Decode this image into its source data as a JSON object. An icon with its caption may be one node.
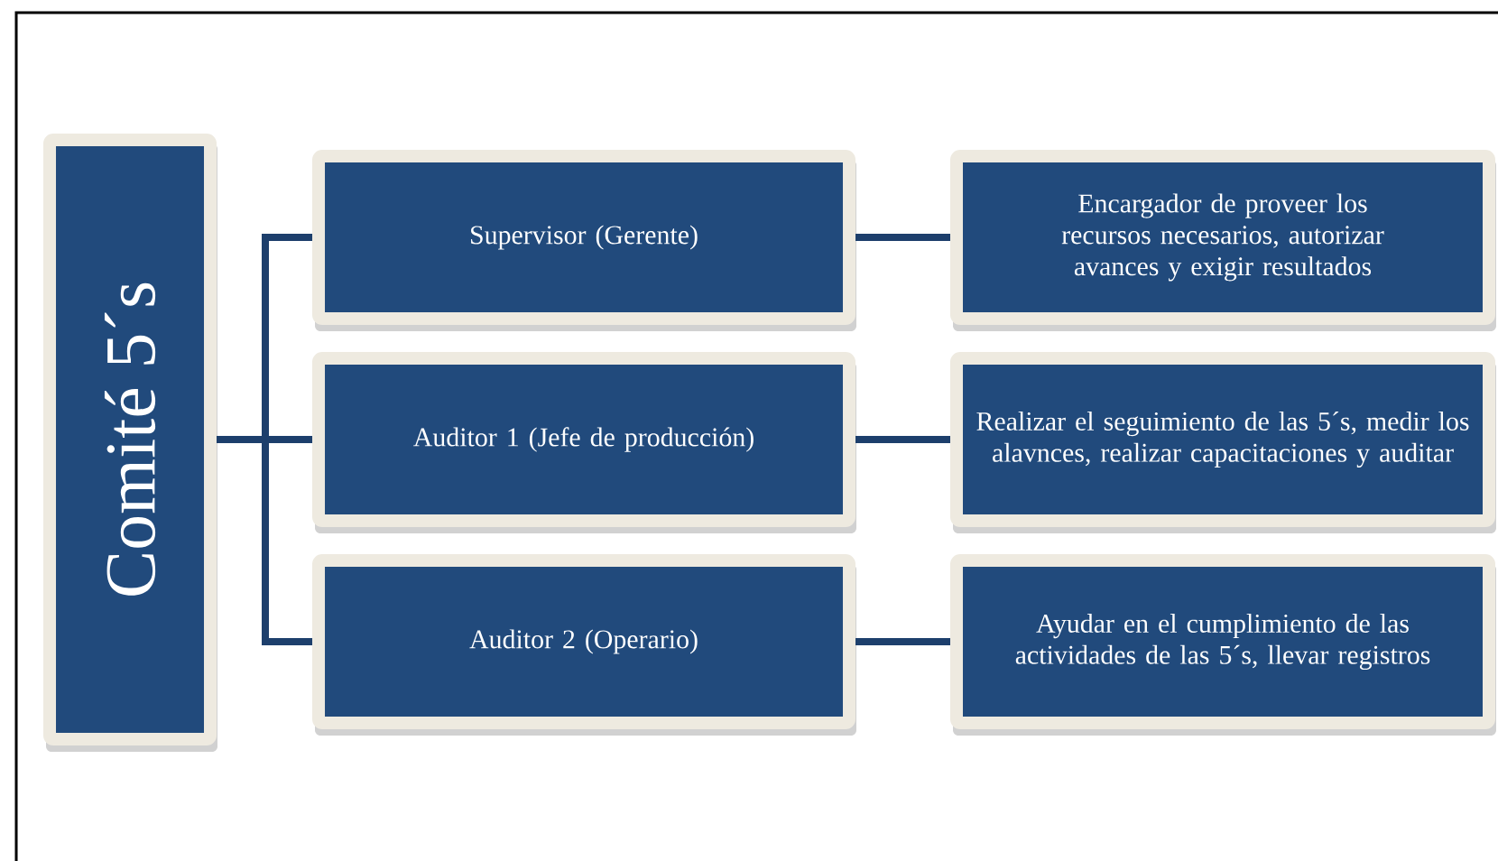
{
  "diagram": {
    "nodes": [
      {
        "text": [
          "Comité 5´s"
        ]
      },
      {
        "text": [
          "Supervisor (Gerente)"
        ]
      },
      {
        "text": [
          "Auditor 1 (Jefe de producción)"
        ]
      },
      {
        "text": [
          "Auditor 2 (Operario)"
        ]
      },
      {
        "text": [
          "Encargador de proveer los recursos necesarios, autorizar avances y exigir resultados"
        ]
      },
      {
        "text": [
          "Realizar el seguimiento de las 5´s, medir los alavnces, realizar capacitaciones y auditar"
        ]
      },
      {
        "text": [
          "Ayudar en el cumplimiento de las actividades de las 5´s, llevar registros"
        ]
      }
    ],
    "edges": [
      {
        "from": 0,
        "to": 1,
        "arrow": "none"
      },
      {
        "from": 0,
        "to": 2,
        "arrow": "none"
      },
      {
        "from": 0,
        "to": 3,
        "arrow": "none"
      },
      {
        "from": 1,
        "to": 4,
        "arrow": "none"
      },
      {
        "from": 2,
        "to": 5,
        "arrow": "none"
      },
      {
        "from": 3,
        "to": 6,
        "arrow": "none"
      }
    ]
  }
}
